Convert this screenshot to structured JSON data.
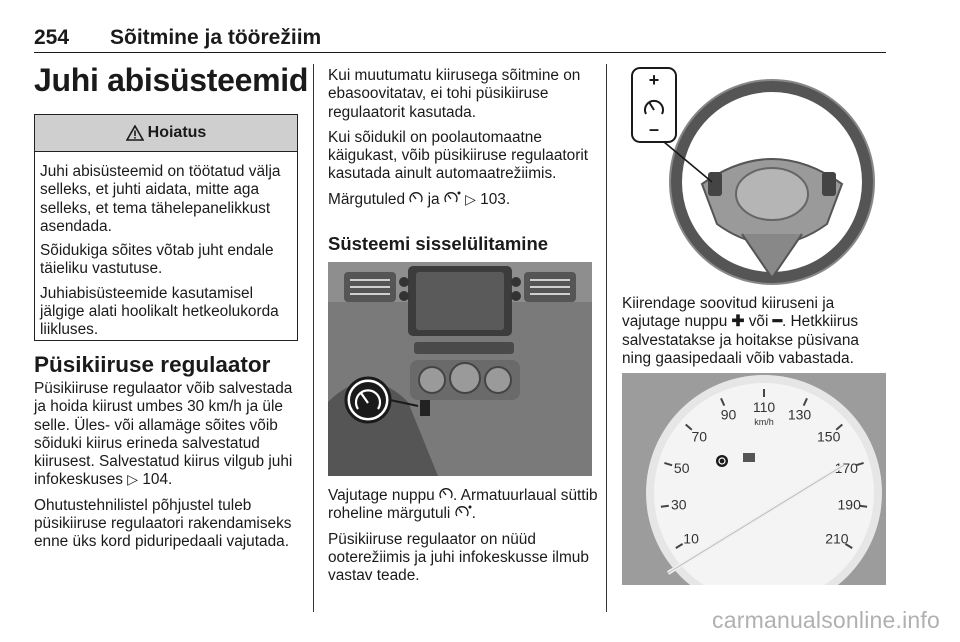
{
  "header": {
    "page_number": "254",
    "chapter": "Sõitmine ja töörežiim"
  },
  "section_title": "Juhi abisüsteemid",
  "warning": {
    "icon": "warning-triangle-icon",
    "title": "Hoiatus",
    "paragraphs": [
      "Juhi abisüsteemid on töötatud välja selleks, et juhti aidata, mitte aga selleks, et tema tähelepanelikkust asendada.",
      "Sõidukiga sõites võtab juht endale täieliku vastutuse.",
      "Juhiabisüsteemide kasutamisel jälgige alati hoolikalt hetkeolukorda liikluses."
    ]
  },
  "cruise": {
    "title": "Püsikiiruse regulaator",
    "p1": "Püsikiiruse regulaator võib salvestada ja hoida kiirust umbes 30 km/h ja üle selle. Üles- või allamäge sõites võib sõiduki kiirus erineda salvestatud kiirusest. Salvestatud kiirus vilgub juhi infokeskuses",
    "p1_ref": "104.",
    "p2": "Ohutustehnilistel põhjustel tuleb püsikiiruse regulaatori rakendamiseks enne üks kord piduripedaali vajutada."
  },
  "col2": {
    "p1": "Kui muutumatu kiirusega sõitmine on ebasoovitatav, ei tohi püsikiiruse regulaatorit kasutada.",
    "p2": "Kui sõidukil on poolautomaatne käigukast, võib püsikiiruse regulaatorit kasutada ainult automaatrežiimis.",
    "p3_pre": "Märgutuled",
    "p3_mid": "ja",
    "p3_ref": "103.",
    "subtitle": "Süsteemi sisselülitamine",
    "p4_pre": "Vajutage nuppu",
    "p4_post": ". Armatuurlaual süttib roheline märgutuli",
    "p4_end": ".",
    "p5": "Püsikiiruse regulaator on nüüd ooterežiimis ja juhi infokeskusse ilmub vastav teade."
  },
  "col3": {
    "p1_pre": "Kiirendage soovitud kiiruseni ja vajutage nuppu",
    "p1_or": "või",
    "p1_post": ". Hetkkiirus salvestatakse ja hoitakse püsivana ning gaasipedaali võib vabastada."
  },
  "wheel_labels": {
    "plus": "+",
    "minus": "–"
  },
  "speedo": {
    "unit": "km/h",
    "ticks": [
      "10",
      "30",
      "50",
      "70",
      "90",
      "110",
      "130",
      "150",
      "170",
      "190",
      "210"
    ]
  },
  "watermark": "carmanualsonline.info"
}
